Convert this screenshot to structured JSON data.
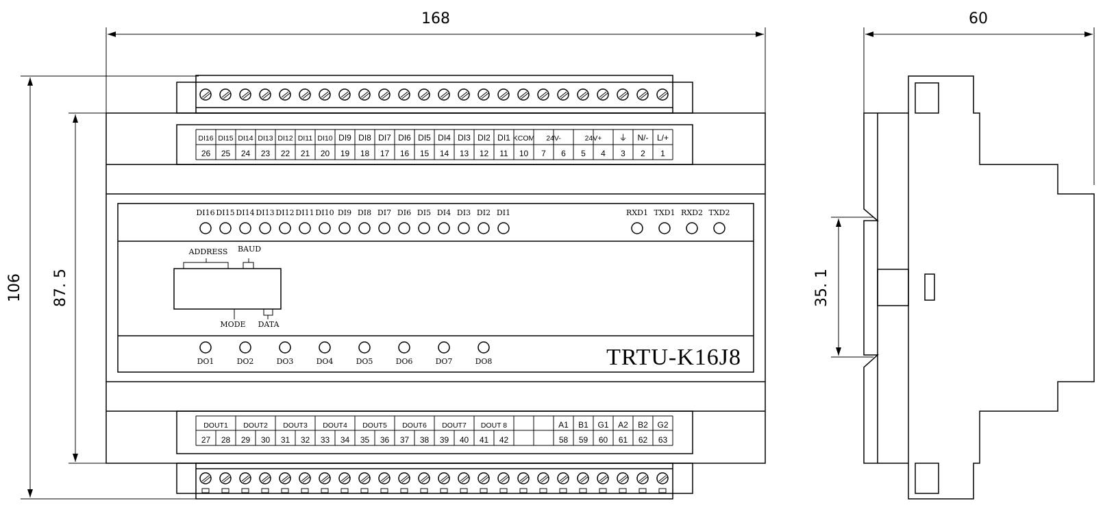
{
  "dimensions": {
    "width": "168",
    "depth": "60",
    "height": "106",
    "inner_height": "87. 5",
    "rail": "35. 1"
  },
  "model": "TRTU-K16J8",
  "top_terminals": [
    {
      "label": "DI16",
      "num": "26"
    },
    {
      "label": "DI15",
      "num": "25"
    },
    {
      "label": "DI14",
      "num": "24"
    },
    {
      "label": "DI13",
      "num": "23"
    },
    {
      "label": "DI12",
      "num": "22"
    },
    {
      "label": "DI11",
      "num": "21"
    },
    {
      "label": "DI10",
      "num": "20"
    },
    {
      "label": "DI9",
      "num": "19"
    },
    {
      "label": "DI8",
      "num": "18"
    },
    {
      "label": "DI7",
      "num": "17"
    },
    {
      "label": "DI6",
      "num": "16"
    },
    {
      "label": "DI5",
      "num": "15"
    },
    {
      "label": "DI4",
      "num": "14"
    },
    {
      "label": "DI3",
      "num": "13"
    },
    {
      "label": "DI2",
      "num": "12"
    },
    {
      "label": "DI1",
      "num": "11"
    },
    {
      "label": "KCOM",
      "num": "10"
    },
    {
      "label": "24V-",
      "num": "7"
    },
    {
      "label": "",
      "num": "6"
    },
    {
      "label": "24V+",
      "num": "5"
    },
    {
      "label": "",
      "num": "4"
    },
    {
      "label": "⏚",
      "num": "3"
    },
    {
      "label": "N/-",
      "num": "2"
    },
    {
      "label": "L/+",
      "num": "1"
    }
  ],
  "di_leds": [
    "DI16",
    "DI15",
    "DI14",
    "DI13",
    "DI12",
    "DI11",
    "DI10",
    "DI9",
    "DI8",
    "DI7",
    "DI6",
    "DI5",
    "DI4",
    "DI3",
    "DI2",
    "DI1"
  ],
  "comm_leds": [
    "RXD1",
    "TXD1",
    "RXD2",
    "TXD2"
  ],
  "switch_labels": {
    "address": "ADDRESS",
    "baud": "BAUD",
    "mode": "MODE",
    "data": "DATA"
  },
  "do_leds": [
    "DO1",
    "DO2",
    "DO3",
    "DO4",
    "DO5",
    "DO6",
    "DO7",
    "DO8"
  ],
  "bottom_groups": [
    {
      "label": "DOUT1",
      "nums": [
        "27",
        "28"
      ]
    },
    {
      "label": "DOUT2",
      "nums": [
        "29",
        "30"
      ]
    },
    {
      "label": "DOUT3",
      "nums": [
        "31",
        "32"
      ]
    },
    {
      "label": "DOUT4",
      "nums": [
        "33",
        "34"
      ]
    },
    {
      "label": "DOUT5",
      "nums": [
        "35",
        "36"
      ]
    },
    {
      "label": "DOUT6",
      "nums": [
        "37",
        "38"
      ]
    },
    {
      "label": "DOUT7",
      "nums": [
        "39",
        "40"
      ]
    },
    {
      "label": "DOUT 8",
      "nums": [
        "41",
        "42"
      ]
    }
  ],
  "bottom_comm": [
    {
      "label": "A1",
      "num": "58"
    },
    {
      "label": "B1",
      "num": "59"
    },
    {
      "label": "G1",
      "num": "60"
    },
    {
      "label": "A2",
      "num": "61"
    },
    {
      "label": "B2",
      "num": "62"
    },
    {
      "label": "G2",
      "num": "63"
    }
  ],
  "screw_count": 24
}
